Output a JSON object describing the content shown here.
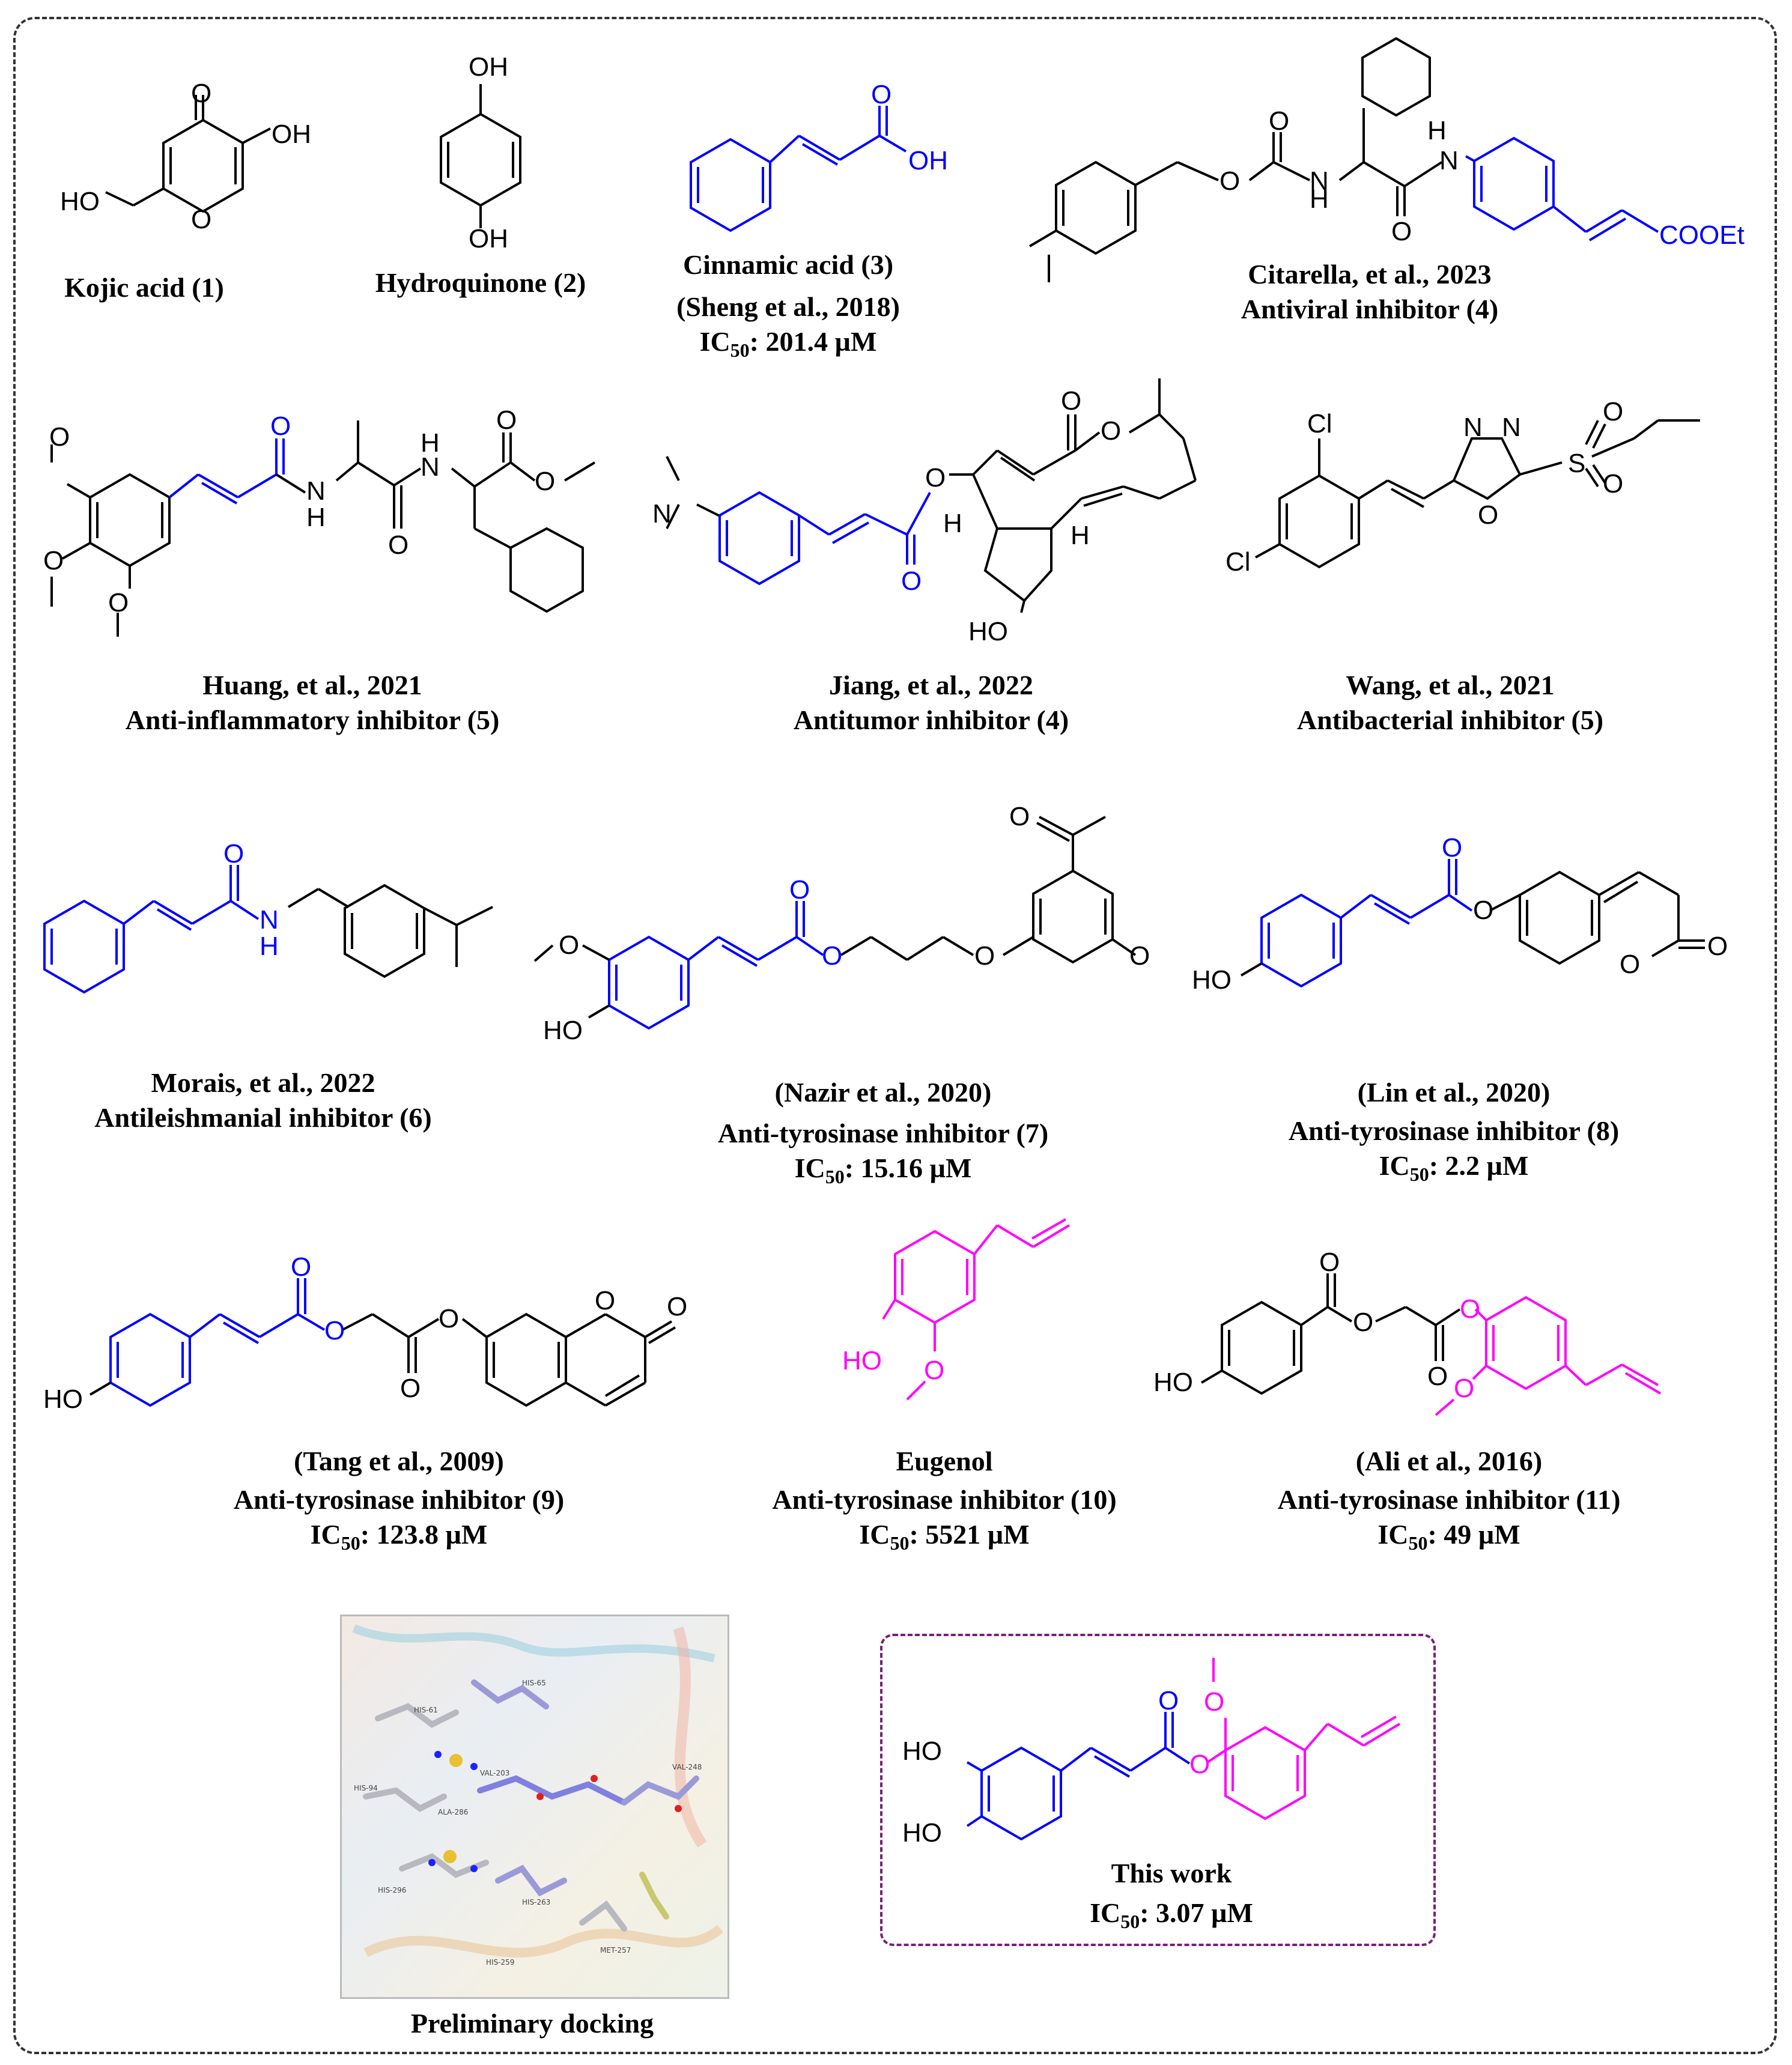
{
  "colors": {
    "black": "#000000",
    "cinnamoyl": "#0000ff",
    "eugenol": "#ff00ff",
    "frame": "#333333",
    "this_work_border": "#7a1f7a"
  },
  "atoms": {
    "O": "O",
    "OH": "OH",
    "HO": "HO",
    "N": "N",
    "H": "H",
    "Cl": "Cl",
    "S": "S",
    "NH": "NH",
    "HN": "HN",
    "COOEt": "COOEt",
    "H_dot": "H",
    "dot_H": "H"
  },
  "compounds": [
    {
      "id": "c1",
      "line1": "Kojic acid (1)"
    },
    {
      "id": "c2",
      "line1": "Hydroquinone (2)"
    },
    {
      "id": "c3",
      "line1": "Cinnamic acid (3)",
      "line2": "(Sheng et al., 2018)",
      "ic50_prefix": "IC",
      "ic50_sub": "50",
      "ic50_value": ": 201.4 µM"
    },
    {
      "id": "c4a",
      "line1": "Citarella, et al., 2023",
      "line2": "Antiviral inhibitor (4)"
    },
    {
      "id": "c5a",
      "line1": "Huang, et al., 2021",
      "line2": "Anti-inflammatory inhibitor (5)"
    },
    {
      "id": "c4b",
      "line1": "Jiang, et al., 2022",
      "line2": "Antitumor inhibitor (4)"
    },
    {
      "id": "c5b",
      "line1": "Wang, et al., 2021",
      "line2": "Antibacterial inhibitor (5)"
    },
    {
      "id": "c6",
      "line1": "Morais, et al., 2022",
      "line2": "Antileishmanial inhibitor (6)"
    },
    {
      "id": "c7",
      "line1": "(Nazir et al., 2020)",
      "line2": "Anti-tyrosinase inhibitor (7)",
      "ic50_prefix": "IC",
      "ic50_sub": "50",
      "ic50_value": ": 15.16 µM"
    },
    {
      "id": "c8",
      "line1": "(Lin et al., 2020)",
      "line2": "Anti-tyrosinase inhibitor (8)",
      "ic50_prefix": "IC",
      "ic50_sub": "50",
      "ic50_value": ": 2.2 µM"
    },
    {
      "id": "c9",
      "line1": "(Tang et al., 2009)",
      "line2": "Anti-tyrosinase inhibitor (9)",
      "ic50_prefix": "IC",
      "ic50_sub": "50",
      "ic50_value": ": 123.8 µM"
    },
    {
      "id": "c10",
      "line1": "Eugenol",
      "line2": "Anti-tyrosinase inhibitor (10)",
      "ic50_prefix": "IC",
      "ic50_sub": "50",
      "ic50_value": ": 5521 µM"
    },
    {
      "id": "c11",
      "line1": "(Ali et al., 2016)",
      "line2": "Anti-tyrosinase inhibitor (11)",
      "ic50_prefix": "IC",
      "ic50_sub": "50",
      "ic50_value": ": 49 µM"
    }
  ],
  "this_work": {
    "title": "This work",
    "ic50_prefix": "IC",
    "ic50_sub": "50",
    "ic50_value": ": 3.07 µM"
  },
  "docking": {
    "caption": "Preliminary docking",
    "residues": [
      "HIS-61",
      "HIS-65",
      "VAL-203",
      "VAL-248",
      "HIS-94",
      "ALA-286",
      "HIS-296",
      "HIS-263",
      "HIS-259",
      "MET-257"
    ]
  }
}
